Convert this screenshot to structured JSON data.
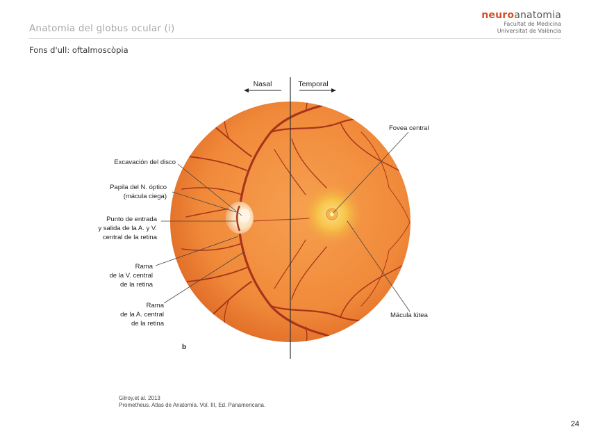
{
  "header": {
    "title": "Anatomia del globus ocular (i)",
    "subtitle": "Fons d'ull: oftalmoscòpia",
    "brand": {
      "strong": "neuro",
      "rest": "anatomia",
      "line1": "Facultat de Medicina",
      "line2": "Universitat de València"
    }
  },
  "diagram": {
    "direction_left": "Nasal",
    "direction_right": "Temporal",
    "panel_letter": "b",
    "colors": {
      "fundus": "#f08a3a",
      "fundus_edge": "#e06a26",
      "vessel": "#a8341a",
      "disc": "#fbe6c8",
      "macula": "#f7c34a"
    },
    "labels": {
      "excavation": "Excavación del disco",
      "papilla_1": "Papila del N. óptico",
      "papilla_2": "(mácula ciega)",
      "entry_1": "Punto de entrada",
      "entry_2": "y salida de la A. y V.",
      "entry_3": "central de la retina",
      "vein_1": "Rama",
      "vein_2": "de la V. central",
      "vein_3": "de la retina",
      "artery_1": "Rama",
      "artery_2": "de la A. central",
      "artery_3": "de la retina",
      "fovea": "Fovea central",
      "macula": "Mácula lútea"
    }
  },
  "citation": {
    "line1": "Gilroy,et al. 2013",
    "line2": "Prometheus. Atlas de Anatomía. Vol. III, Ed. Panamericana."
  },
  "page_number": "24"
}
